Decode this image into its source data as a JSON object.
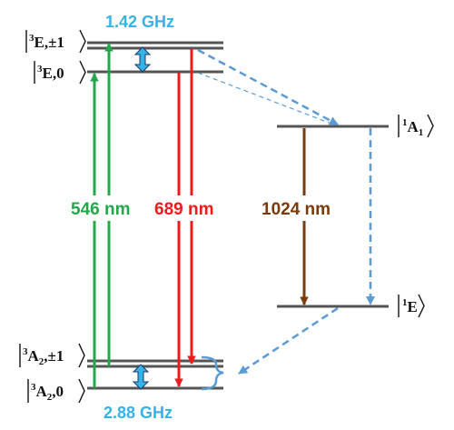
{
  "states": {
    "excited_pm1": {
      "sup": "3",
      "name": "E,±1"
    },
    "excited_0": {
      "sup": "3",
      "name": "E,0"
    },
    "singlet_a1": {
      "sup": "1",
      "name": "A",
      "sub": "1"
    },
    "singlet_e": {
      "sup": "1",
      "name": "E"
    },
    "ground_pm1": {
      "sup": "3",
      "name": "A",
      "sub": "2",
      "suffix": ",±1"
    },
    "ground_0": {
      "sup": "3",
      "name": "A",
      "sub": "2",
      "suffix": ",0"
    }
  },
  "transitions": {
    "excitation": "546 nm",
    "emission": "689 nm",
    "singlet": "1024 nm"
  },
  "splittings": {
    "excited": "1.42 GHz",
    "ground": "2.88 GHz"
  },
  "colors": {
    "level": "#555555",
    "excitation": "#22a84a",
    "emission": "#ef1b1b",
    "singlet": "#7a3a0a",
    "isc_dashed": "#5b9bd5",
    "splitting": "#35b3e6"
  }
}
